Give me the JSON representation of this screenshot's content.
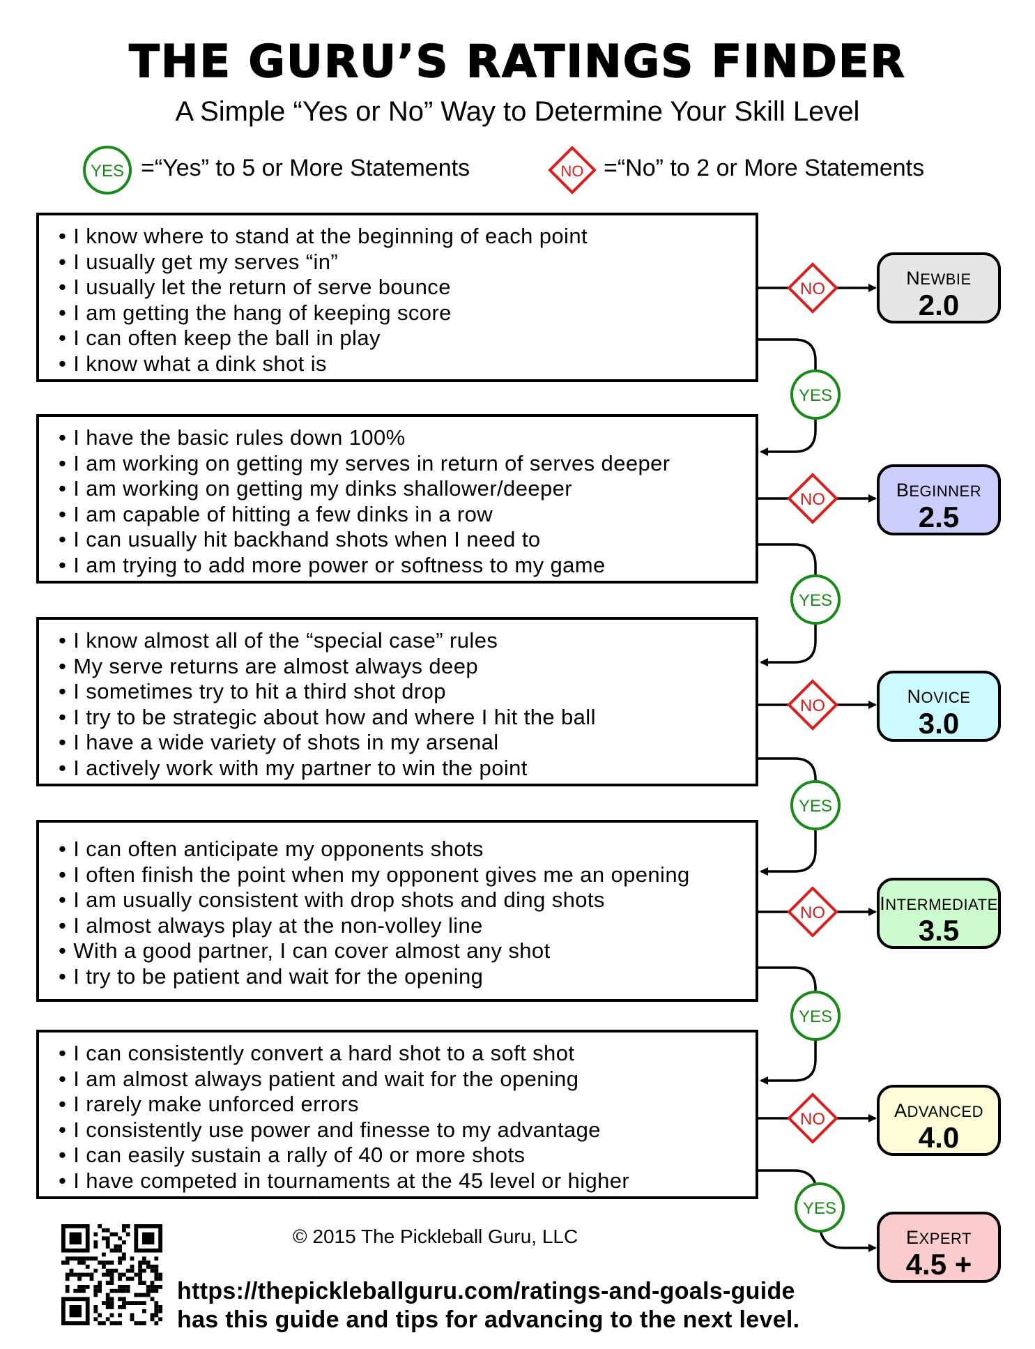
{
  "header": {
    "title": "The Guru’s Ratings Finder",
    "subtitle": "A Simple “Yes or No” Way to Determine Your Skill Level"
  },
  "legend": {
    "yes_badge": "YES",
    "yes_text": "=“Yes” to 5 or More Statements",
    "no_badge": "NO",
    "no_text": "=“No” to 2 or More Statements"
  },
  "stages": [
    {
      "statements": [
        "I know where to stand at the beginning of each point",
        "I usually get my serves “in”",
        "I usually let the return of serve bounce",
        "I am getting the hang of keeping score",
        "I can often keep the ball in play",
        "I know what a dink shot is"
      ],
      "level_name": "Newbie",
      "level_value": "2.0",
      "color": "#e6e6e6"
    },
    {
      "statements": [
        "I have the basic rules down 100%",
        "I am working on getting my serves in return of serves deeper",
        "I am working on getting my dinks shallower/deeper",
        "I am capable of hitting a few dinks in a row",
        "I can usually hit backhand shots when I need to",
        "I am trying to add more power or softness to my game"
      ],
      "level_name": "Beginner",
      "level_value": "2.5",
      "color": "#cccdfb"
    },
    {
      "statements": [
        "I know almost all of the “special case” rules",
        "My serve returns are almost always deep",
        "I sometimes try to hit a third shot drop",
        "I try to be strategic about how and where I hit the ball",
        "I have a wide variety of shots in my arsenal",
        "I actively work with my partner to win the point"
      ],
      "level_name": "Novice",
      "level_value": "3.0",
      "color": "#ccfbfe"
    },
    {
      "statements": [
        "I can often anticipate my opponents shots",
        "I often finish the point when my opponent gives me an opening",
        "I am usually consistent with drop shots and ding shots",
        "I almost always play at the non-volley line",
        "With a good partner, I can cover almost any shot",
        "I try to be patient and wait for the opening"
      ],
      "level_name": "Intermediate",
      "level_value": "3.5",
      "color": "#ccfbcd"
    },
    {
      "statements": [
        "I can consistently convert a hard shot to a soft shot",
        "I am almost always patient and wait for the opening",
        "I rarely make unforced errors",
        "I consistently use power and finesse to my advantage",
        "I can easily sustain a rally of 40 or more shots",
        "I have competed in tournaments at the 45 level or higher"
      ],
      "level_name": "Advanced",
      "level_value": "4.0",
      "color": "#fefdd8"
    }
  ],
  "final_level": {
    "level_name": "Expert",
    "level_value": "4.5 +",
    "color": "#fbcccc"
  },
  "yes_label": "YES",
  "no_label": "NO",
  "footer": {
    "copyright": "© 2015 The Pickleball Guru, LLC",
    "url_line1": "https://thepickleballguru.com/ratings-and-goals-guide",
    "url_line2": "has this guide and tips for advancing to the next level."
  },
  "colors": {
    "yes_green": "#1a8a1a",
    "no_red": "#e01b1b"
  }
}
